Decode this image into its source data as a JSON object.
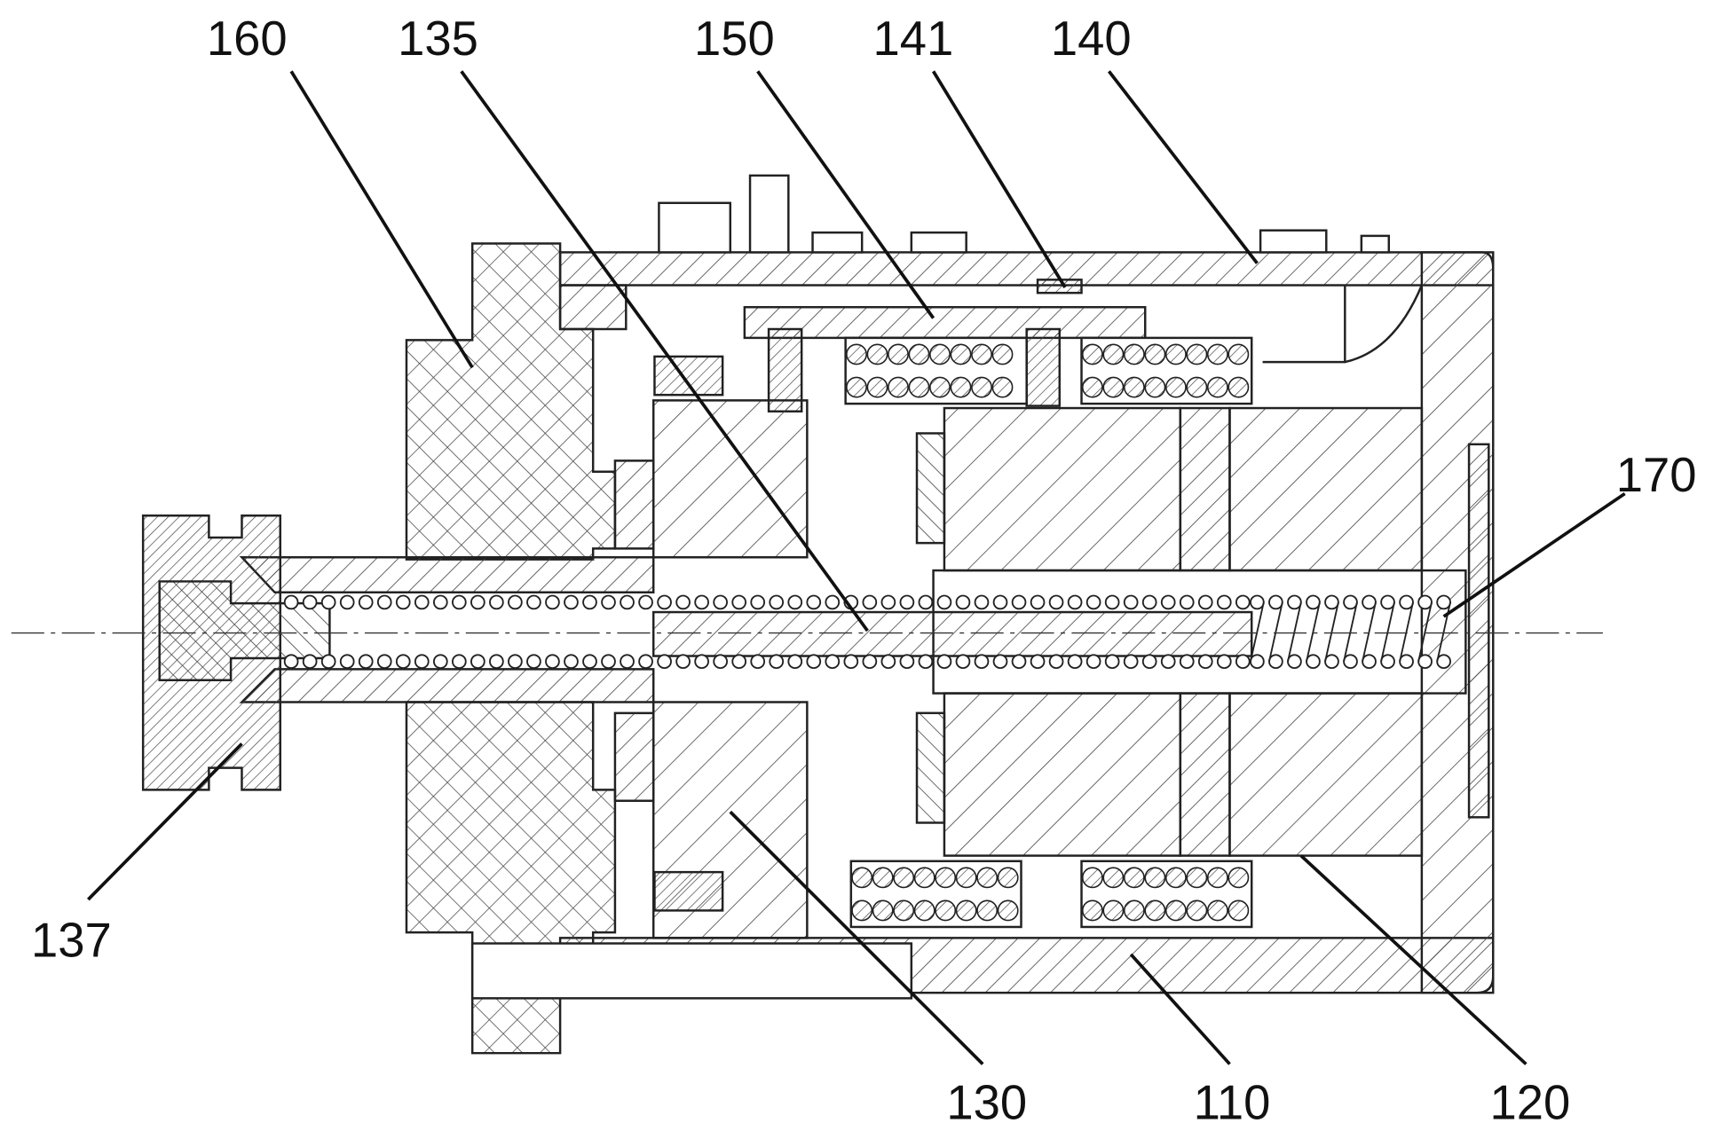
{
  "figure": {
    "labels": {
      "l160": "160",
      "l135": "135",
      "l150": "150",
      "l141": "141",
      "l140": "140",
      "l170": "170",
      "l137": "137",
      "l130": "130",
      "l110": "110",
      "l120": "120"
    }
  }
}
